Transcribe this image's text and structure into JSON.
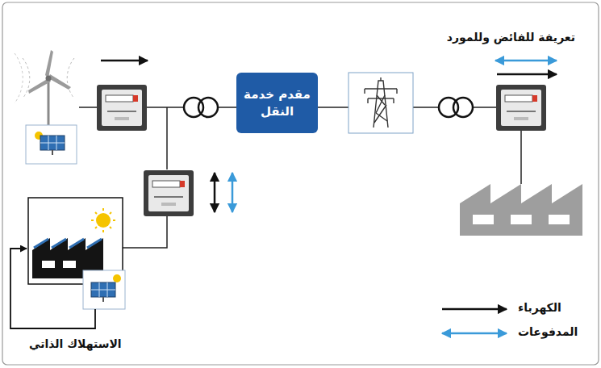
{
  "diagram": {
    "nodes": [
      {
        "text": [
          "مقدم خدمة النقل"
        ]
      }
    ],
    "edges": [],
    "labels": [
      "تعريفة للفائض وللمورد",
      "الاستهلاك الذاتي"
    ],
    "legend": [
      {
        "text": "الكهرباء"
      },
      {
        "text": "المدفوعات"
      }
    ]
  }
}
